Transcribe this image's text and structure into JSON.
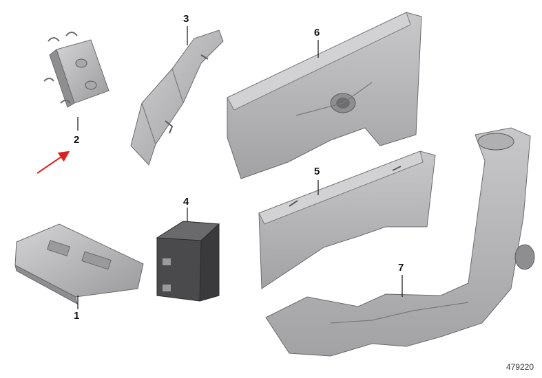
{
  "diagram": {
    "callouts": [
      {
        "id": "1",
        "label": "1"
      },
      {
        "id": "2",
        "label": "2"
      },
      {
        "id": "3",
        "label": "3"
      },
      {
        "id": "4",
        "label": "4"
      },
      {
        "id": "5",
        "label": "5"
      },
      {
        "id": "6",
        "label": "6"
      },
      {
        "id": "7",
        "label": "7"
      }
    ],
    "diagram_number": "479220",
    "colors": {
      "part_fill": "#b9b9bb",
      "part_shadow": "#8e8e90",
      "part_dark": "#4a4a4c",
      "leader": "#111111",
      "arrow": "#e02020"
    }
  }
}
